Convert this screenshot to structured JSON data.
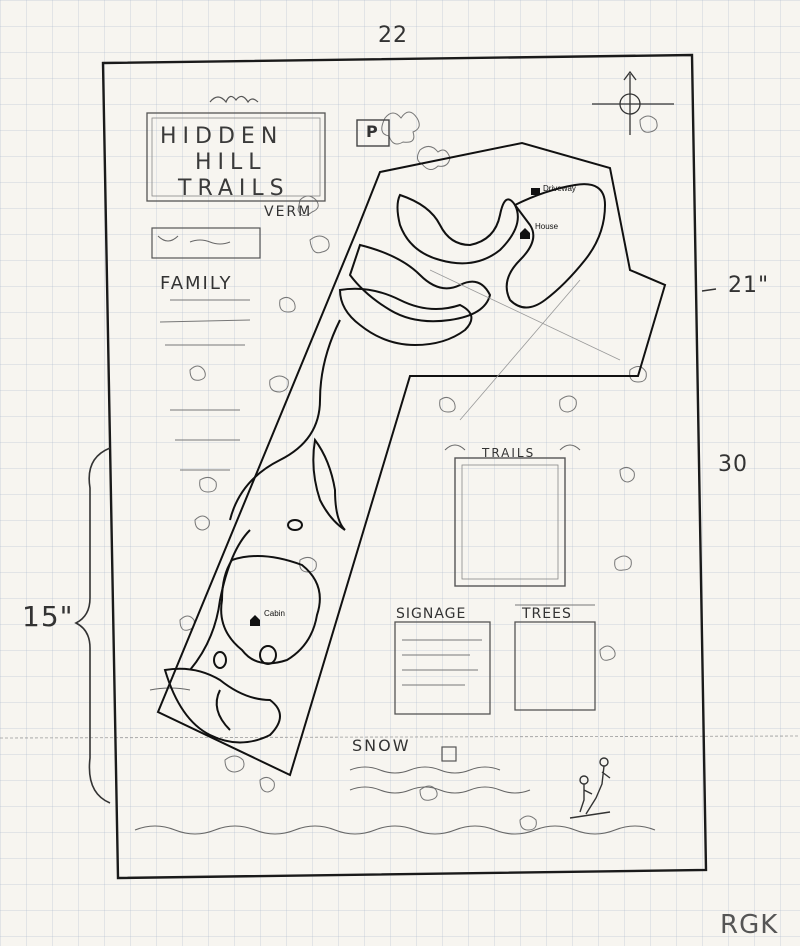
{
  "dimensions": {
    "top_width": "22",
    "right_upper": "21\"",
    "right_total": "30",
    "left_height": "15\""
  },
  "title": {
    "line1": "HIDDEN",
    "line2": "HILL",
    "line3": "TRAILS"
  },
  "panel_labels": {
    "verm": "VERM",
    "family": "FAMILY",
    "trails": "TRAILS",
    "signage": "SIGNAGE",
    "trees": "TREES",
    "snow": "SNOW",
    "parking": "P"
  },
  "map_labels": {
    "driveway": "Driveway",
    "house": "House",
    "cabin": "Cabin"
  },
  "initials": "RGK",
  "colors": {
    "ink": "#111111",
    "pencil": "#5a5a5a",
    "paper": "#f7f5f0"
  }
}
